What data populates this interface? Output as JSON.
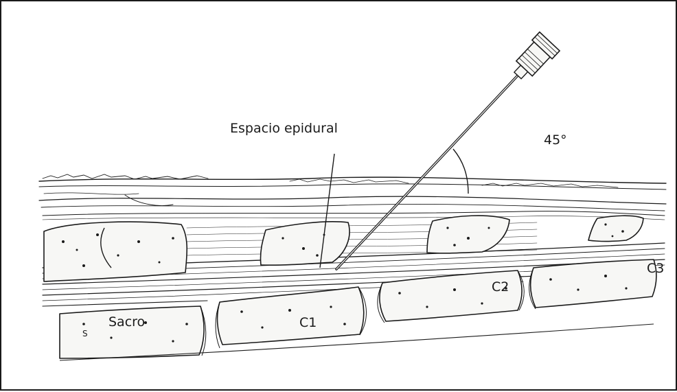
{
  "labels": {
    "epidural_space": "Espacio epidural",
    "angle": "45°",
    "sacrum": "Sacro",
    "c1": "C1",
    "c2": "C2",
    "c3": "C3",
    "s_mark": "S"
  },
  "colors": {
    "ink": "#1a1a1a",
    "background": "#ffffff",
    "bone_fill": "#f7f7f5"
  }
}
